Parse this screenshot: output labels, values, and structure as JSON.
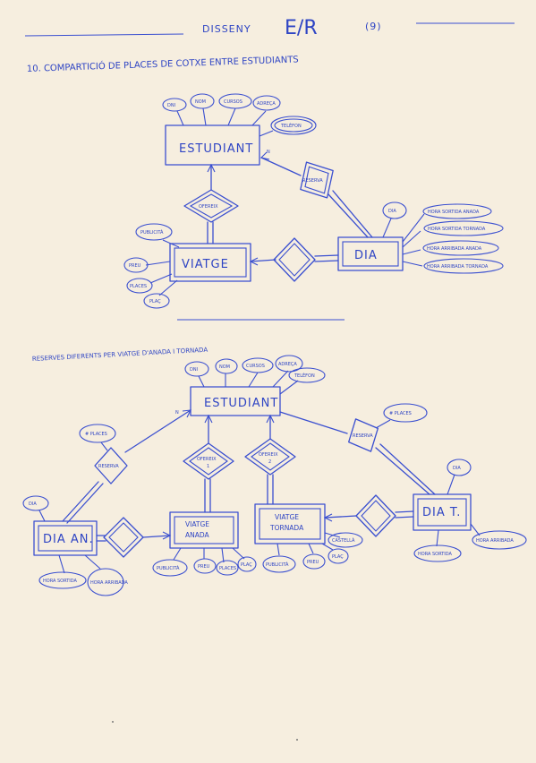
{
  "header": {
    "left": "DISSENY",
    "mid": "E/R",
    "right": "(9)"
  },
  "section1": {
    "title": "10. COMPARTICIÓ DE PLACES DE COTXE ENTRE ESTUDIANTS",
    "estudiant": "ESTUDIANT",
    "viatge": "VIATGE",
    "dia": "DIA",
    "rel_ofereix": "OFEREIX",
    "rel_reserva": "RESERVA",
    "rel_n": "N",
    "attrs_est": [
      "DNI",
      "NOM",
      "CURSOS",
      "ADREÇA",
      "TELÈFON"
    ],
    "attrs_viatge": [
      "PUBLICITÀ",
      "PREU",
      "PLACES",
      "PLAÇ"
    ],
    "attrs_dia": [
      "DIA",
      "HORA SORTIDA ANADA",
      "HORA SORTIDA TORNADA",
      "HORA ARRIBADA ANADA",
      "HORA ARRIBADA TORNADA"
    ]
  },
  "section2": {
    "title": "RESERVES DIFERENTS PER VIATGE D'ANADA I TORNADA",
    "estudiant": "ESTUDIANT",
    "dia_an": "DIA AN.",
    "viatge_anada": [
      "VIATGE",
      "ANADA"
    ],
    "viatge_tornada": [
      "VIATGE",
      "TORNADA"
    ],
    "dia_t": "DIA T.",
    "rel_reserva_l": "RESERVA",
    "rel_reserva_r": "RESERVA",
    "rel_ofereix1": [
      "OFEREIX",
      "1"
    ],
    "rel_ofereix2": [
      "OFEREIX",
      "2"
    ],
    "place_l": "# PLACES",
    "place_r": "# PLACES",
    "n_mark": "N",
    "attrs_est": [
      "DNI",
      "NOM",
      "CURSOS",
      "ADREÇA",
      "TELÈFON"
    ],
    "attrs_dia_an": [
      "DIA",
      "HORA SORTIDA",
      "HORA ARRIBADA"
    ],
    "attrs_anada": [
      "PUBLICITÀ",
      "PREU",
      "PLACES",
      "PLAÇ"
    ],
    "attrs_tornada": [
      "PUBLICITÀ",
      "PREU",
      "PLAÇ",
      "CASTELLÀ"
    ],
    "attrs_dia_t": [
      "DIA",
      "HORA SORTIDA",
      "HORA ARRIBADA"
    ]
  }
}
